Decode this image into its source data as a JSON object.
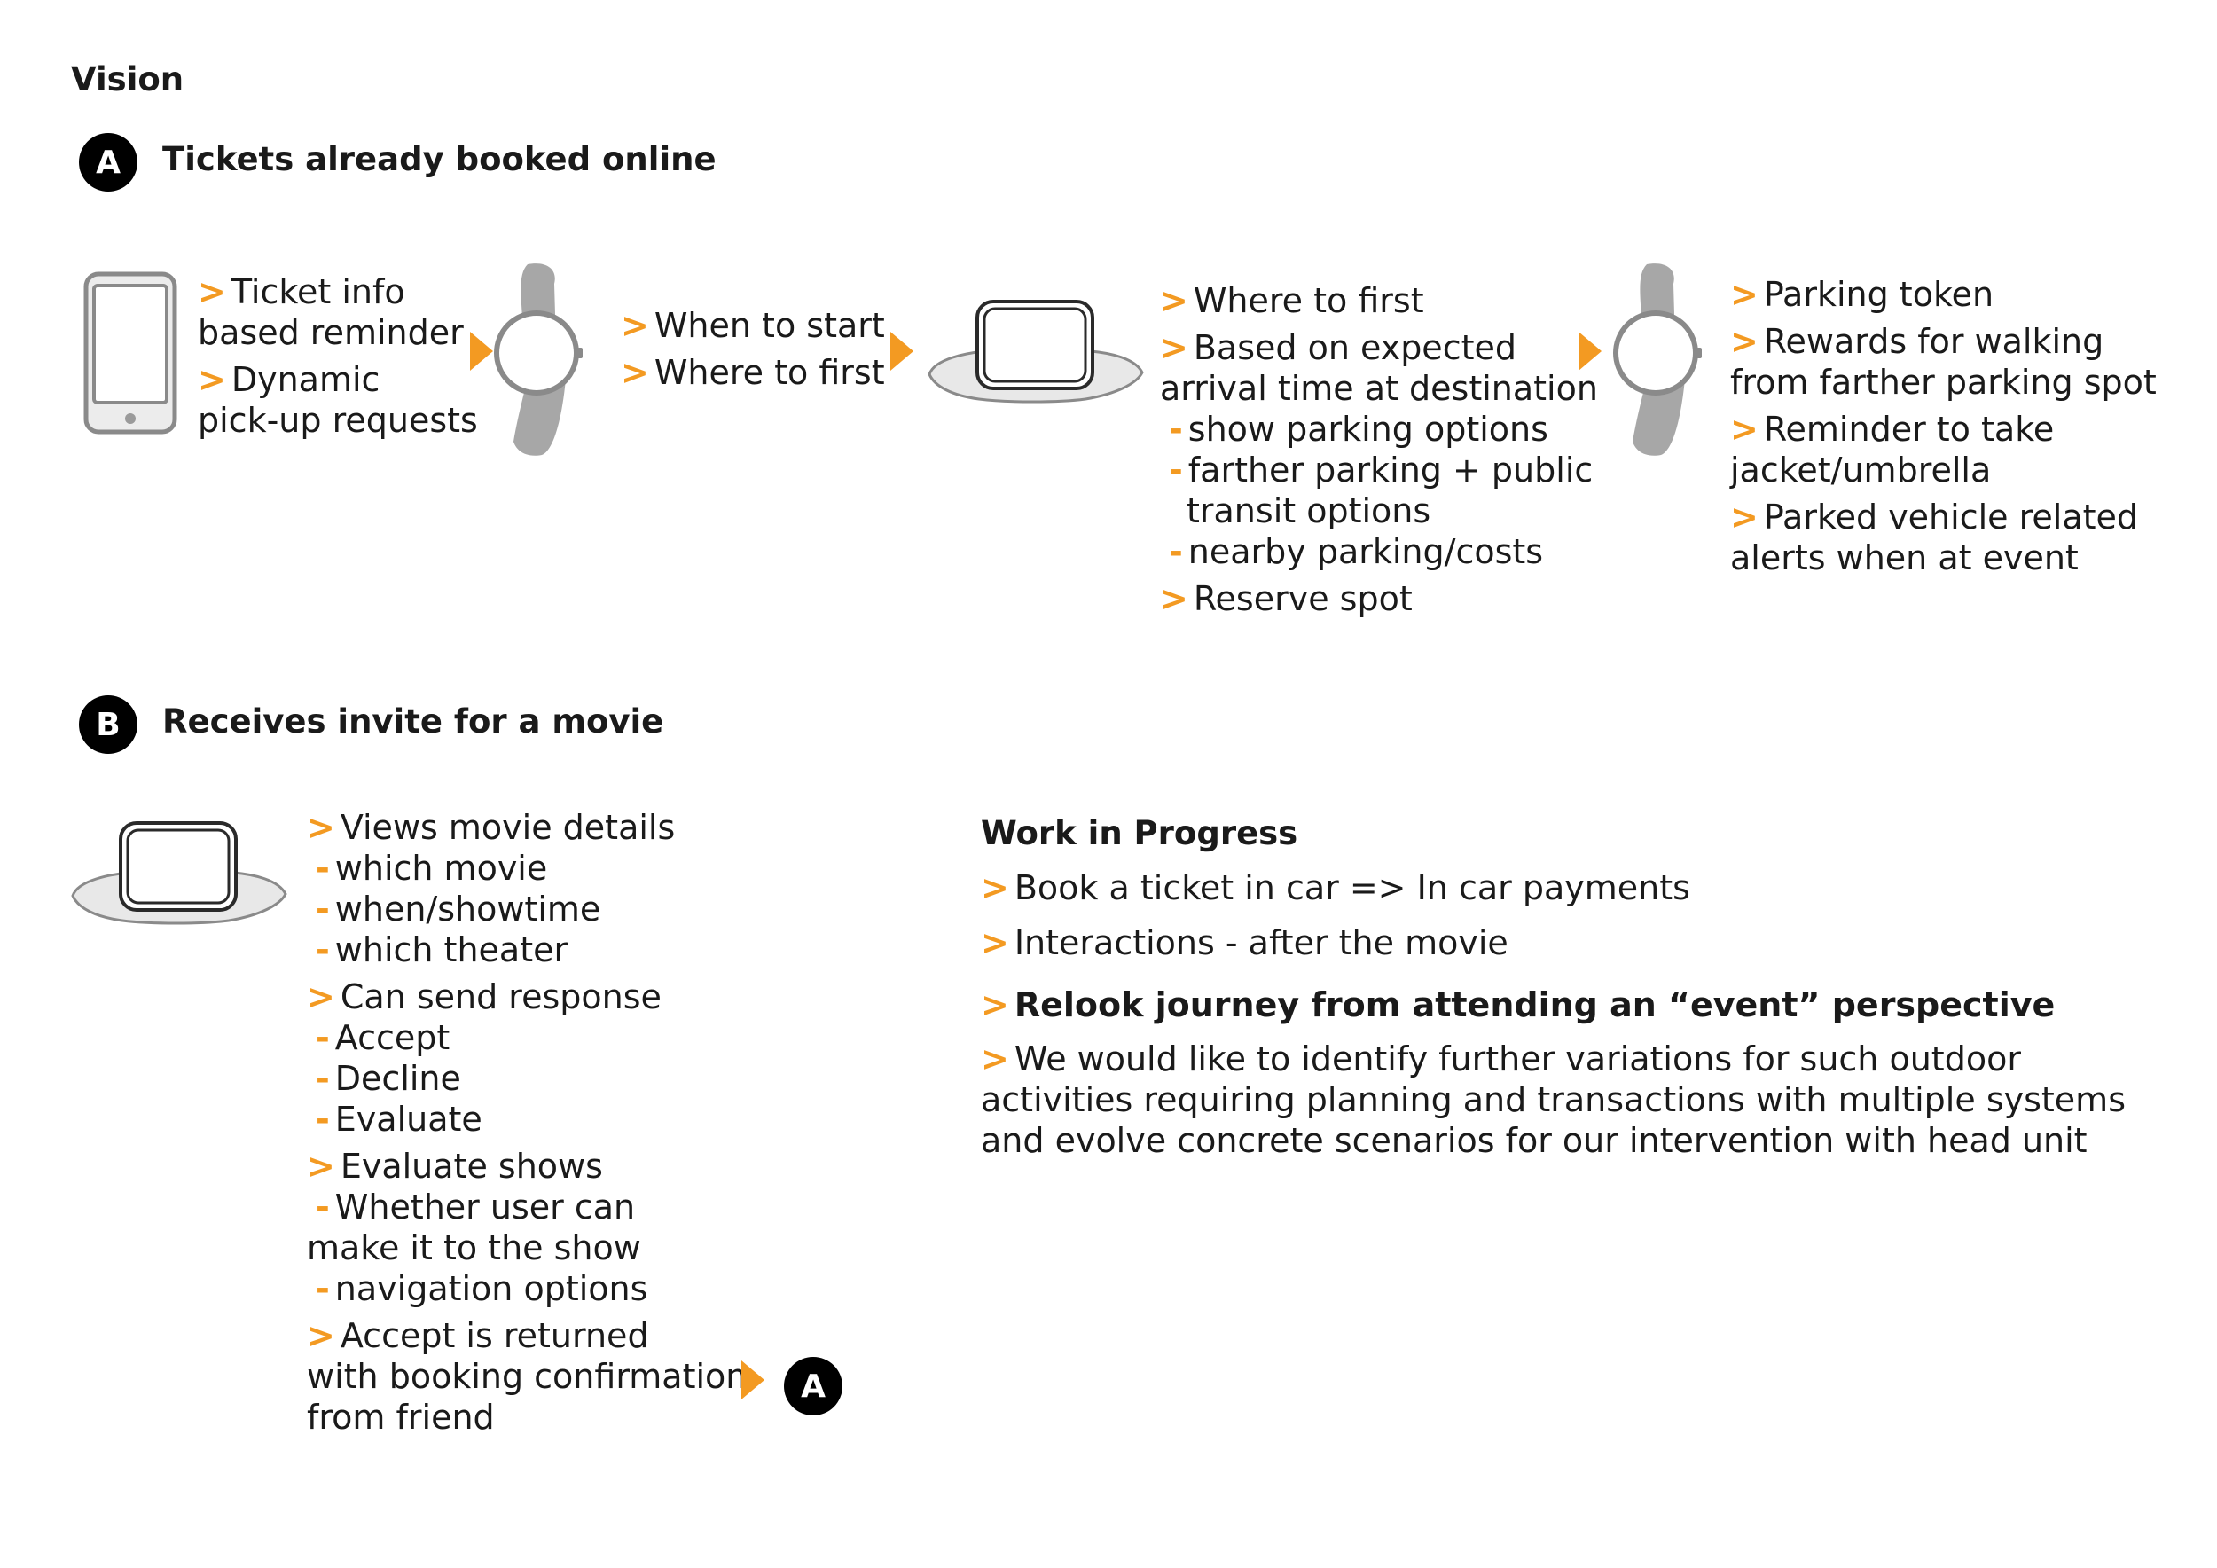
{
  "page": {
    "title": "Vision"
  },
  "accent_color": "#f39a22",
  "sections": {
    "a": {
      "badge": "A",
      "title": "Tickets already booked online",
      "devices": [
        "phone-icon",
        "smartwatch-icon",
        "car-head-unit-icon",
        "smartwatch-icon"
      ],
      "blocks": [
        {
          "lines": [
            "Ticket info",
            "based reminder",
            "Dynamic",
            "pick-up requests"
          ]
        },
        {
          "lines": [
            "When to start",
            "Where to first"
          ]
        },
        {
          "lines": [
            "Where to first",
            "Based on expected",
            "arrival time at destination",
            "show parking options",
            "farther parking + public",
            "transit options",
            "nearby parking/costs",
            "Reserve spot"
          ]
        },
        {
          "lines": [
            "Parking token",
            "Rewards for walking",
            "from farther parking spot",
            "Reminder to take",
            "jacket/umbrella",
            "Parked vehicle related",
            "alerts when at event"
          ]
        }
      ]
    },
    "b": {
      "badge": "B",
      "title": "Receives invite for a movie",
      "devices": [
        "car-head-unit-icon"
      ],
      "lines": [
        "Views movie details",
        "which movie",
        "when/showtime",
        "which theater",
        "Can send response",
        "Accept",
        "Decline",
        "Evaluate",
        "Evaluate shows",
        "Whether user can",
        "make it to the show",
        "navigation options",
        "Accept is returned",
        "with booking confirmation",
        "from friend"
      ],
      "link_badge": "A"
    }
  },
  "wip": {
    "title": "Work in Progress",
    "items": [
      "Book a ticket in car => In car payments",
      "Interactions - after the movie",
      "Relook journey from attending an “event” perspective",
      "We would like to identify further variations for such outdoor",
      "activities requiring planning and transactions with multiple systems",
      "and evolve concrete scenarios for our intervention with head unit"
    ]
  },
  "markers": {
    "bullet": ">",
    "dash": "-"
  }
}
